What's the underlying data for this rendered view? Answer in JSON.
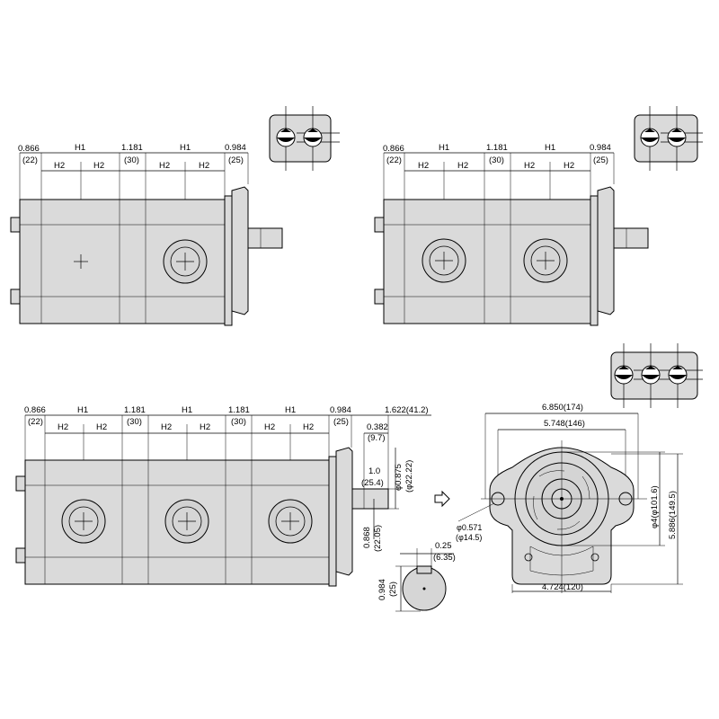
{
  "views": {
    "double_pump_a": {
      "top_dims": [
        "0.866",
        "H1",
        "1.181",
        "H1",
        "0.984"
      ],
      "top_dims_mm": [
        "(22)",
        "(30)",
        "(25)"
      ],
      "sub_dims": [
        "H2",
        "H2",
        "H2",
        "H2"
      ]
    },
    "double_pump_b": {
      "top_dims": [
        "0.866",
        "H1",
        "1.181",
        "H1",
        "0.984"
      ],
      "top_dims_mm": [
        "(22)",
        "(30)",
        "(25)"
      ],
      "sub_dims": [
        "H2",
        "H2",
        "H2",
        "H2"
      ]
    },
    "triple_pump": {
      "top_dims": [
        "0.866",
        "H1",
        "1.181",
        "H1",
        "1.181",
        "H1",
        "0.984",
        "1.622(41.2)"
      ],
      "top_dims_mm": [
        "(22)",
        "(30)",
        "(30)",
        "(25)"
      ],
      "sub_dims": [
        "H2",
        "H2",
        "H2",
        "H2",
        "H2",
        "H2"
      ],
      "shaft_dims": {
        "key_offset": "0.382",
        "key_offset_mm": "(9.7)",
        "shaft_len": "1.0",
        "shaft_len_mm": "(25.4)",
        "shaft_dia": "φ0.875",
        "shaft_dia_mm": "(φ22.22)",
        "key_depth": "0.868",
        "key_depth_mm": "(22.05)"
      }
    },
    "shaft_section": {
      "key_width": "0.25",
      "key_width_mm": "(6.35)",
      "height": "0.984",
      "height_mm": "(25)"
    },
    "front_view": {
      "overall_width": "6.850(174)",
      "bolt_spacing": "5.748(146)",
      "base_width": "4.724(120)",
      "hole_dia": "φ0.571",
      "hole_dia_mm": "(φ14.5)",
      "pilot_dia": "φ4(φ101.6)",
      "overall_height": "5.886(149.5)"
    }
  }
}
